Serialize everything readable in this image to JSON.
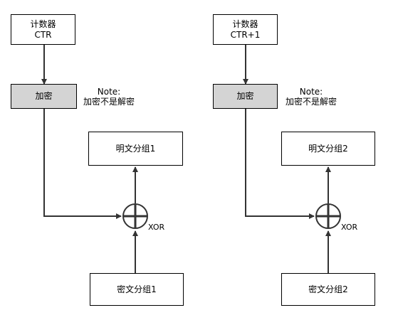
{
  "panels": [
    {
      "counter": {
        "title": "计数器",
        "value": "CTR"
      },
      "encrypt": "加密",
      "note": {
        "title": "Note:",
        "text": "加密不是解密"
      },
      "plaintext": "明文分组1",
      "xor": "XOR",
      "ciphertext": "密文分组1"
    },
    {
      "counter": {
        "title": "计数器",
        "value": "CTR+1"
      },
      "encrypt": "加密",
      "note": {
        "title": "Note:",
        "text": "加密不是解密"
      },
      "plaintext": "明文分组2",
      "xor": "XOR",
      "ciphertext": "密文分组2"
    }
  ],
  "colors": {
    "line": "#333333",
    "encrypt_fill": "#d4d4d4",
    "box_border": "#000000"
  }
}
